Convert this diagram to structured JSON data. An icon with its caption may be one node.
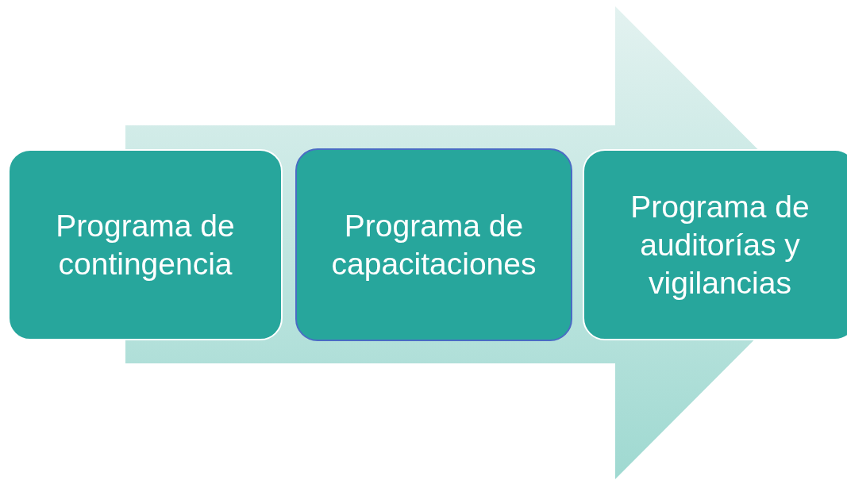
{
  "diagram": {
    "nodes": [
      {
        "text": [
          "Programa de contingencia"
        ]
      },
      {
        "text": [
          "Programa de capacitaciones"
        ]
      },
      {
        "text": [
          "Programa de auditorías y vigilancias"
        ]
      }
    ],
    "edges": [
      {
        "from": 0,
        "to": 2,
        "arrow": "to"
      }
    ]
  }
}
